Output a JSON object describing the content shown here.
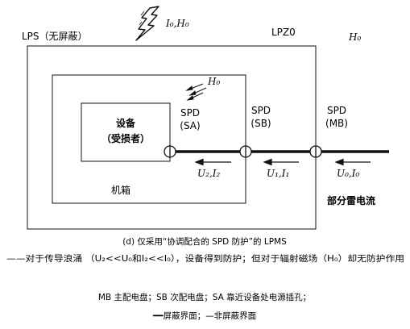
{
  "lightning_label": "I₀,H₀",
  "zones": {
    "lps_label": "LPS（无屏蔽）",
    "lpz0_label": "LPZ0",
    "h0_label": "H₀",
    "cabinet_label": "机箱",
    "cabinet_field_label": "H₀"
  },
  "equipment": {
    "line1": "设备",
    "line2": "（受损者）"
  },
  "spds": [
    {
      "title": "SPD",
      "code": "(SA)"
    },
    {
      "title": "SPD",
      "code": "(SB)"
    },
    {
      "title": "SPD",
      "code": "(MB)"
    }
  ],
  "currents": [
    "U₂,I₂",
    "U₁,I₁",
    "U₀,I₀"
  ],
  "partial_current_label": "部分雷电流",
  "caption": {
    "title": "(d) 仅采用“协调配合的 SPD 防护”的 LPMS",
    "note": "——对于传导浪涌 （U₂<<U₀和I₂<<I₀），设备得到防护；但对于辐射磁场（H₀）却无防护作用"
  },
  "legend": {
    "abbreviations": "MB  主配电盘；SB  次配电盘；SA  靠近设备处电源插孔；",
    "lines": "━━屏蔽界面；—非屏蔽界面"
  }
}
